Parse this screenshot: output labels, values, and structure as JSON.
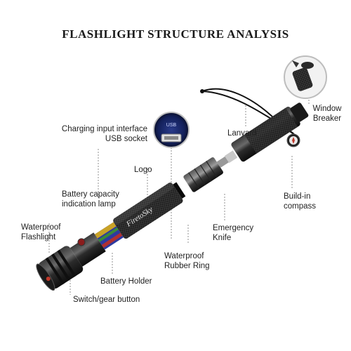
{
  "title": "FLASHLIGHT STRUCTURE ANALYSIS",
  "brand_logo_text": "FiretoSky",
  "usb_inset_text": "USB",
  "labels": {
    "charging": [
      "Charging input interface",
      "USB socket"
    ],
    "lanyard": "Lanyard",
    "window_breaker": [
      "Window",
      "Breaker"
    ],
    "logo": "Logo",
    "battery_lamp": [
      "Battery capacity",
      "indication lamp"
    ],
    "build_in_compass": [
      "Build-in",
      "compass"
    ],
    "waterproof_flashlight": [
      "Waterproof",
      "Flashlight"
    ],
    "emergency_knife": [
      "Emergency",
      "Knife"
    ],
    "waterproof_ring": [
      "Waterproof",
      "Rubber Ring"
    ],
    "battery_holder": "Battery Holder",
    "switch_button": "Switch/gear button"
  }
}
